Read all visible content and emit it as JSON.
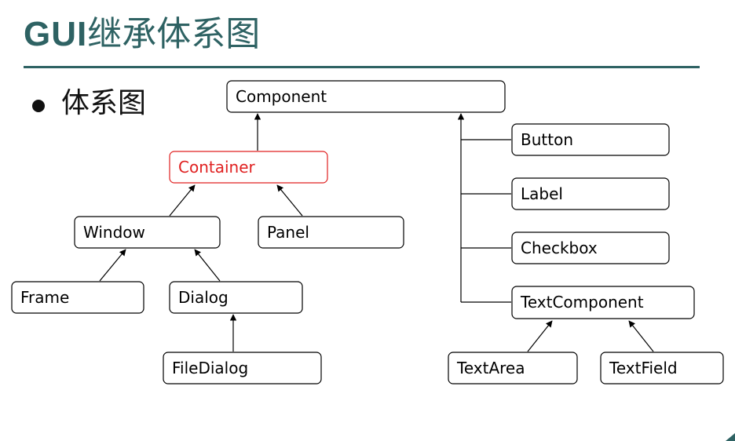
{
  "slide": {
    "title_latin": "GUI",
    "title_cn": "继承体系图",
    "bullet": "体系图"
  },
  "diagram": {
    "nodes": {
      "component": "Component",
      "container": "Container",
      "window": "Window",
      "panel": "Panel",
      "frame": "Frame",
      "dialog": "Dialog",
      "filedialog": "FileDialog",
      "button": "Button",
      "label": "Label",
      "checkbox": "Checkbox",
      "textcomponent": "TextComponent",
      "textarea": "TextArea",
      "textfield": "TextField"
    },
    "highlight_color": "#e02020",
    "theme_color": "#2e6263"
  }
}
